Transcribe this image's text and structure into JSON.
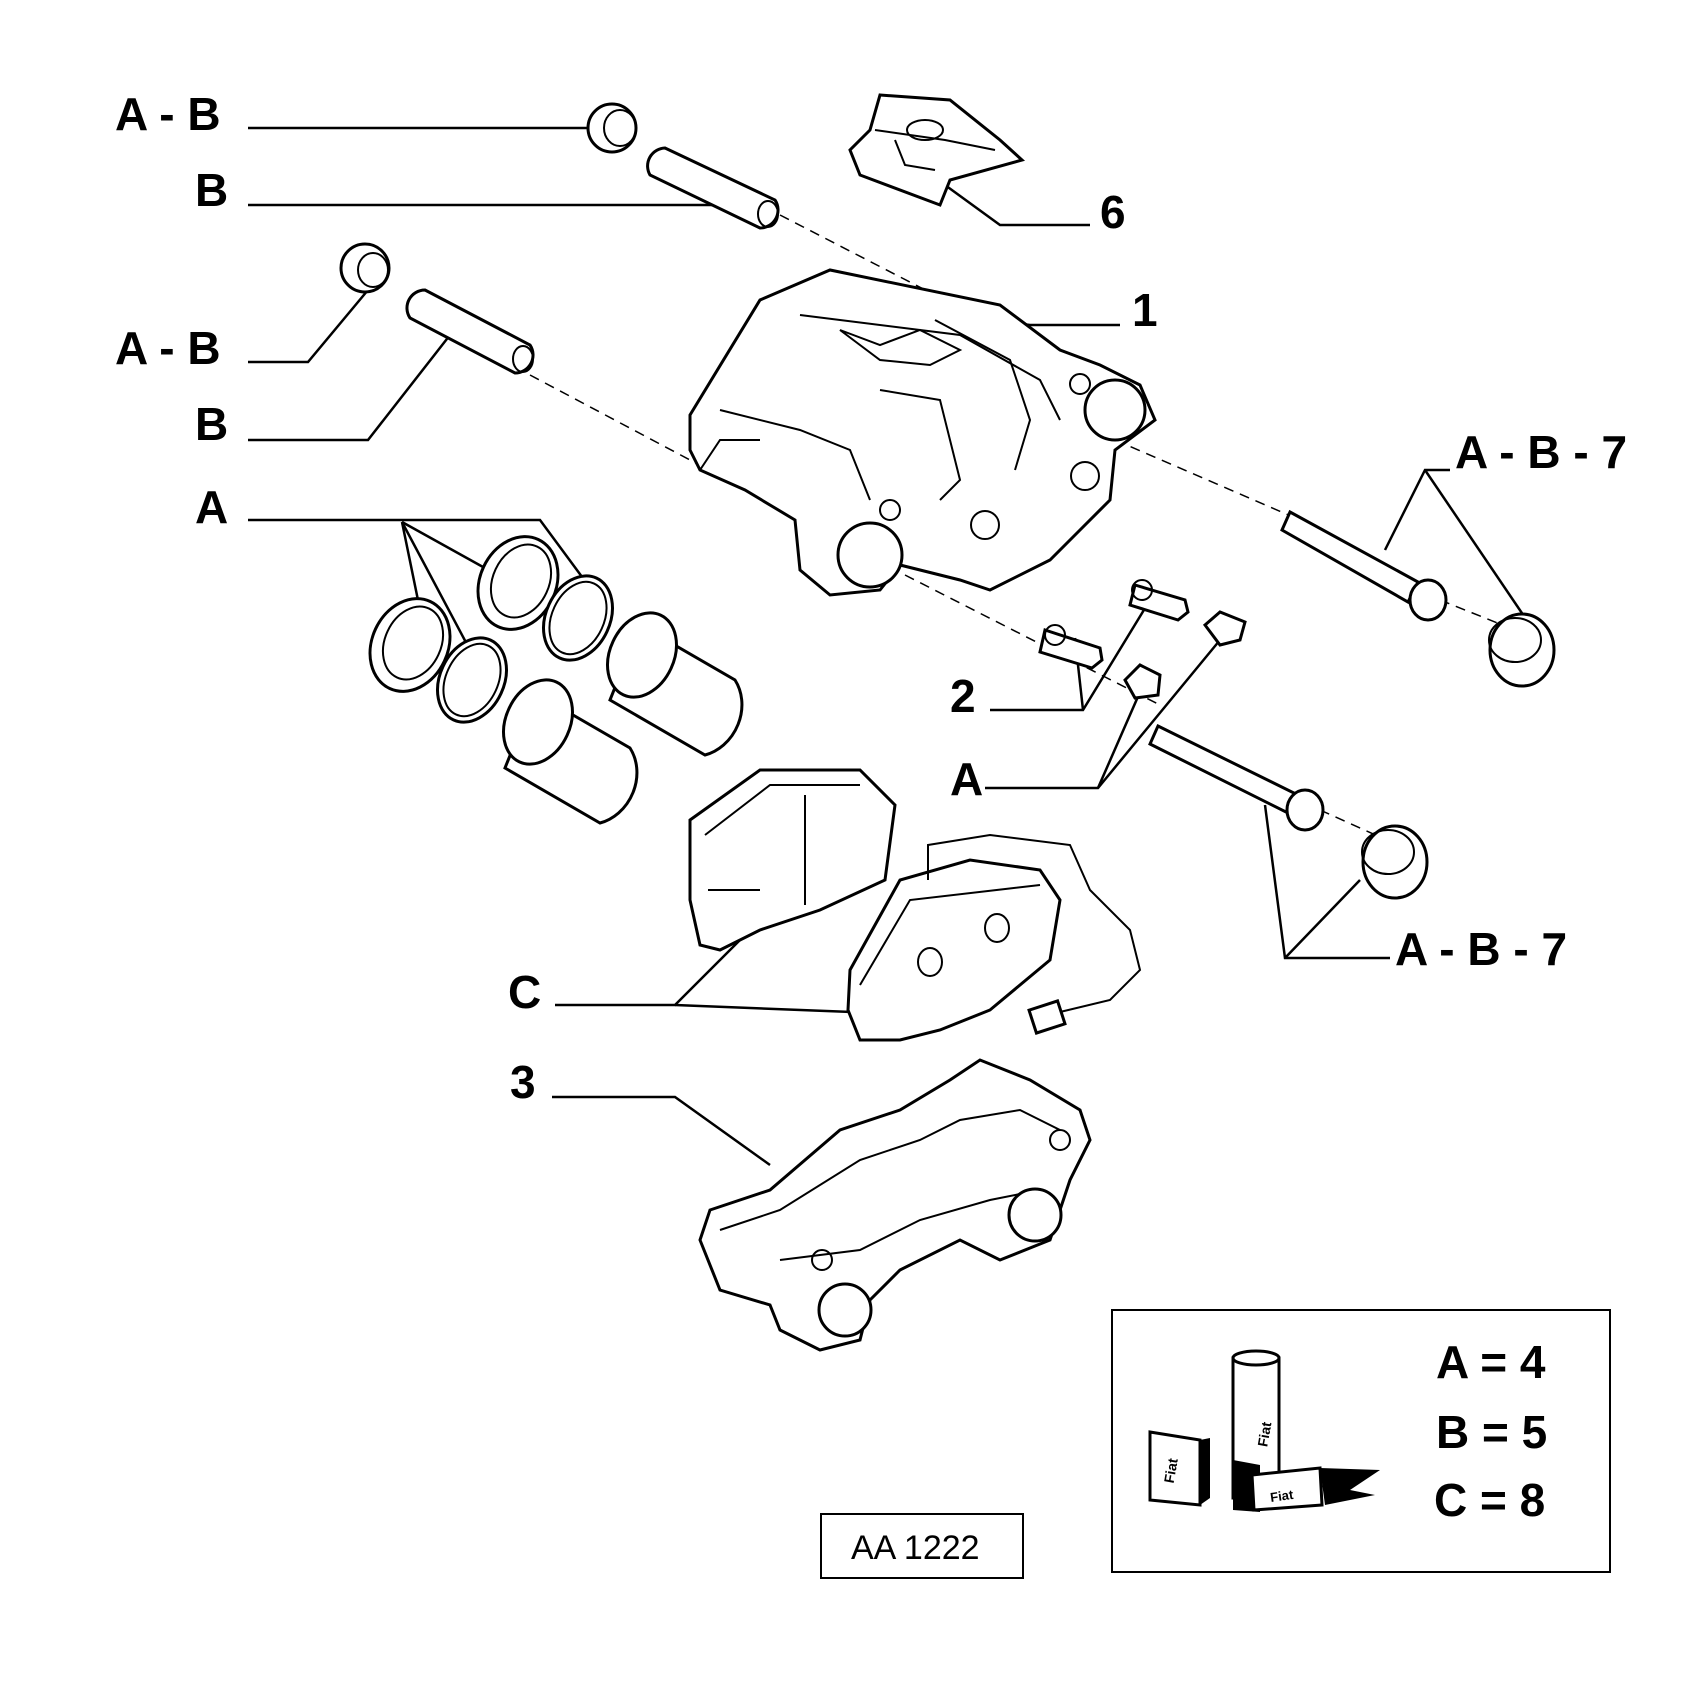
{
  "labels": {
    "ab_top": "A - B",
    "b_top": "B",
    "ab_mid": "A - B",
    "b_mid": "B",
    "a_seals": "A",
    "six": "6",
    "one": "1",
    "abc7_top": "A - B - 7",
    "two": "2",
    "a_caps": "A",
    "abc7_bottom": "A - B - 7",
    "c_pads": "C",
    "three": "3"
  },
  "legend": {
    "line_a": "A = 4",
    "line_b": "B = 5",
    "line_c": "C = 8",
    "box_icon": "fiat-lubricant-kit-icon",
    "brand_a": "Fiat",
    "brand_b": "Fiat",
    "brand_c": "Fiat"
  },
  "reference": "AA 1222"
}
